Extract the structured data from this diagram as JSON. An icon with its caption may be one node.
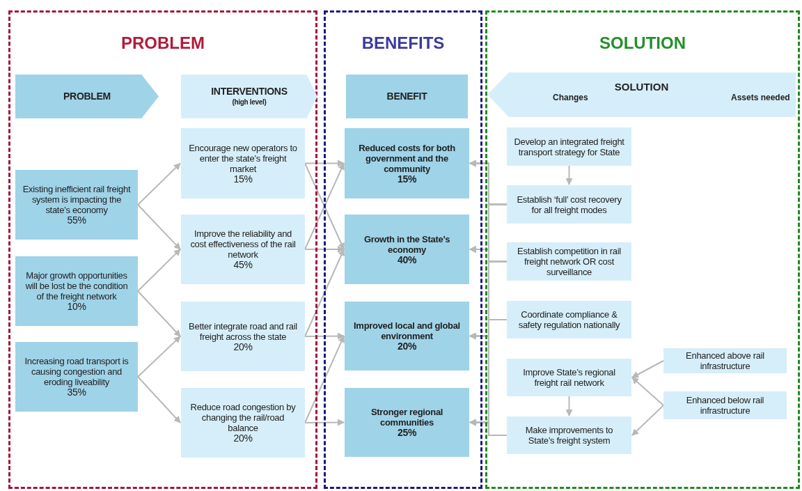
{
  "diagram": {
    "nodes": [
      {
        "text": [
          "PROBLEM"
        ]
      },
      {
        "text": [
          "PROBLEM"
        ],
        "in": 0
      },
      {
        "text": [
          "INTERVENTIONS",
          "(high level)"
        ],
        "in": 0
      },
      {
        "text": [
          "Existing inefficient rail freight system is impacting the state’s economy",
          "55%"
        ],
        "in": 0
      },
      {
        "text": [
          "Major growth opportunities will be lost be the condition of the freight network",
          "10%"
        ],
        "in": 0
      },
      {
        "text": [
          "Increasing road transport is causing congestion and eroding liveability",
          "35%"
        ],
        "in": 0
      },
      {
        "text": [
          "Encourage new operators to enter the state’s freight market",
          "15%"
        ],
        "in": 0
      },
      {
        "text": [
          "Improve the reliability and cost effectiveness of the rail network",
          "45%"
        ],
        "in": 0
      },
      {
        "text": [
          "Better integrate road and rail freight across the state",
          "20%"
        ],
        "in": 0
      },
      {
        "text": [
          "Reduce road congestion by changing the rail/road balance",
          "20%"
        ],
        "in": 0
      },
      {
        "text": [
          "BENEFITS"
        ]
      },
      {
        "text": [
          "BENEFIT"
        ],
        "in": 10
      },
      {
        "text": [
          "Reduced costs for both government and the community",
          "15%"
        ],
        "in": 10
      },
      {
        "text": [
          "Growth in the State’s economy",
          "40%"
        ],
        "in": 10
      },
      {
        "text": [
          "Improved local and global environment",
          "20%"
        ],
        "in": 10
      },
      {
        "text": [
          "Stronger regional communities",
          "25%"
        ],
        "in": 10
      },
      {
        "text": [
          "SOLUTION"
        ]
      },
      {
        "text": [
          "SOLUTION",
          "Changes",
          "Assets needed"
        ],
        "in": 16
      },
      {
        "text": [
          "Develop an integrated freight transport strategy for State"
        ],
        "in": 16
      },
      {
        "text": [
          "Establish ‘full’ cost recovery for all freight modes"
        ],
        "in": 16
      },
      {
        "text": [
          "Establish competition in rail freight network OR cost surveillance"
        ],
        "in": 16
      },
      {
        "text": [
          "Coordinate compliance & safety regulation nationally"
        ],
        "in": 16
      },
      {
        "text": [
          "Enhanced above rail infrastructure"
        ],
        "in": 16
      },
      {
        "text": [
          "Improve State’s regional freight rail network"
        ],
        "in": 16
      },
      {
        "text": [
          "Enhanced below rail infrastructure"
        ],
        "in": 16
      },
      {
        "text": [
          "Make improvements to State’s freight system"
        ],
        "in": 16
      }
    ],
    "edges": [
      {
        "from": 3,
        "to": 6,
        "arrow": "to"
      },
      {
        "from": 3,
        "to": 7,
        "arrow": "to"
      },
      {
        "from": 4,
        "to": 7,
        "arrow": "to"
      },
      {
        "from": 4,
        "to": 8,
        "arrow": "to"
      },
      {
        "from": 5,
        "to": 8,
        "arrow": "to"
      },
      {
        "from": 5,
        "to": 9,
        "arrow": "to"
      },
      {
        "from": 6,
        "to": 12,
        "arrow": "to"
      },
      {
        "from": 6,
        "to": 13,
        "arrow": "to"
      },
      {
        "from": 7,
        "to": 12,
        "arrow": "to"
      },
      {
        "from": 7,
        "to": 13,
        "arrow": "to"
      },
      {
        "from": 8,
        "to": 13,
        "arrow": "to"
      },
      {
        "from": 8,
        "to": 14,
        "arrow": "to"
      },
      {
        "from": 9,
        "to": 14,
        "arrow": "to"
      },
      {
        "from": 9,
        "to": 15,
        "arrow": "to"
      },
      {
        "from": 18,
        "to": 19,
        "arrow": "to"
      },
      {
        "from": 23,
        "to": 25,
        "arrow": "to"
      },
      {
        "from": 22,
        "to": 23,
        "arrow": "to"
      },
      {
        "from": 24,
        "to": 23,
        "arrow": "to"
      },
      {
        "from": 24,
        "to": 25,
        "arrow": "to"
      },
      {
        "from": 19,
        "to": 12,
        "arrow": "to"
      },
      {
        "from": 19,
        "to": 13,
        "arrow": "to"
      },
      {
        "from": 19,
        "to": 14,
        "arrow": "to"
      },
      {
        "from": 19,
        "to": 15,
        "arrow": "to"
      },
      {
        "from": 20,
        "to": 12,
        "arrow": "to"
      },
      {
        "from": 20,
        "to": 13,
        "arrow": "to"
      },
      {
        "from": 20,
        "to": 14,
        "arrow": "to"
      },
      {
        "from": 20,
        "to": 15,
        "arrow": "to"
      },
      {
        "from": 21,
        "to": 12,
        "arrow": "to"
      },
      {
        "from": 21,
        "to": 13,
        "arrow": "to"
      },
      {
        "from": 21,
        "to": 14,
        "arrow": "to"
      },
      {
        "from": 21,
        "to": 15,
        "arrow": "to"
      },
      {
        "from": 25,
        "to": 12,
        "arrow": "to"
      },
      {
        "from": 25,
        "to": 13,
        "arrow": "to"
      },
      {
        "from": 25,
        "to": 14,
        "arrow": "to"
      },
      {
        "from": 25,
        "to": 15,
        "arrow": "to"
      }
    ]
  }
}
